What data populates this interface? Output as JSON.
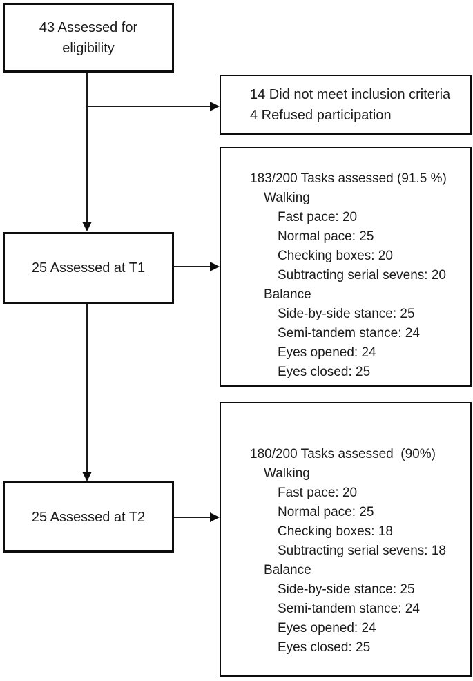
{
  "diagram": {
    "eligibility": {
      "label": "43 Assessed for eligibility"
    },
    "excluded": {
      "line1": "14 Did not meet inclusion criteria",
      "line2": "4 Refused participation"
    },
    "t1": {
      "label": "25 Assessed at T1"
    },
    "t1_tasks": {
      "title": "183/200 Tasks assessed (91.5 %)",
      "walking_heading": "Walking",
      "walking_items": [
        "Fast pace: 20",
        "Normal pace: 25",
        "Checking boxes: 20",
        "Subtracting serial sevens: 20"
      ],
      "balance_heading": "Balance",
      "balance_items": [
        "Side-by-side stance: 25",
        "Semi-tandem stance: 24",
        "Eyes opened: 24",
        "Eyes closed: 25"
      ]
    },
    "t2": {
      "label": "25 Assessed at T2"
    },
    "t2_tasks": {
      "title": "180/200 Tasks assessed  (90%)",
      "walking_heading": "Walking",
      "walking_items": [
        "Fast pace: 20",
        "Normal pace: 25",
        "Checking boxes: 18",
        "Subtracting serial sevens: 18"
      ],
      "balance_heading": "Balance",
      "balance_items": [
        "Side-by-side stance: 25",
        "Semi-tandem stance: 24",
        "Eyes opened: 24",
        "Eyes closed: 25"
      ]
    }
  }
}
